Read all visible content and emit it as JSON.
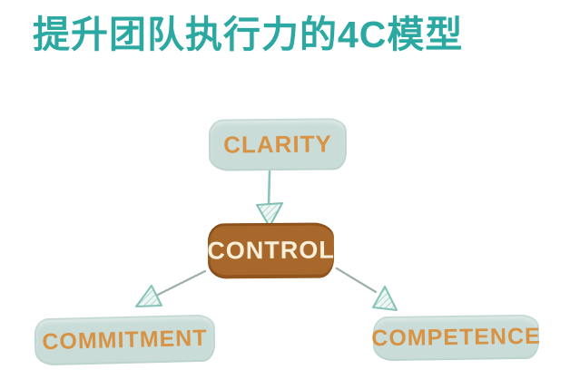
{
  "title": "提升团队执行力的4C模型",
  "colors": {
    "title_teal": "#2BA8A2",
    "node_fill_light": "#C9DCD8",
    "node_fill_brown": "#A8682B",
    "node_text_orange": "#D89243",
    "node_text_cream": "#F7EFD9",
    "arrow_teal": "#8CC3B8",
    "arrow_gray": "#9DB0AA"
  },
  "nodes": [
    {
      "id": "clarity",
      "label": "CLARITY"
    },
    {
      "id": "control",
      "label": "CONTROL"
    },
    {
      "id": "commitment",
      "label": "COMMITMENT"
    },
    {
      "id": "competence",
      "label": "COMPETENCE"
    }
  ],
  "edges": [
    {
      "from": "clarity",
      "to": "control"
    },
    {
      "from": "control",
      "to": "commitment"
    },
    {
      "from": "control",
      "to": "competence"
    }
  ]
}
